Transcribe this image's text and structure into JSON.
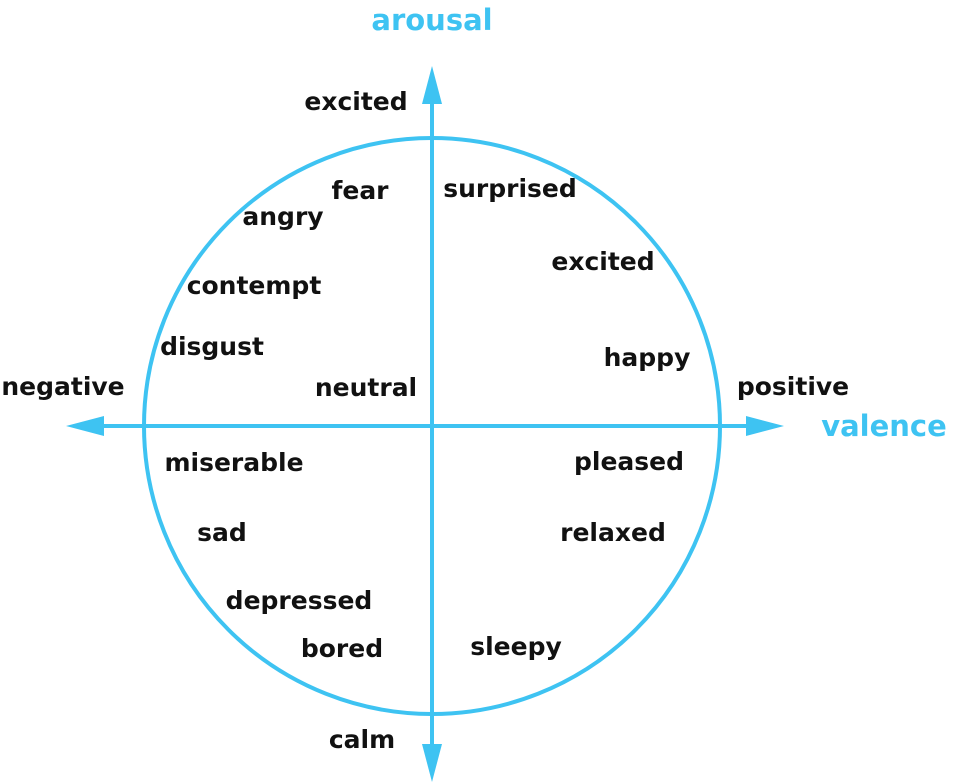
{
  "colors": {
    "accent": "#3EC3F2",
    "text": "#111111"
  },
  "axes": {
    "vertical_title": "arousal",
    "horizontal_title": "valence",
    "top": "excited",
    "bottom": "calm",
    "left": "negative",
    "right": "positive"
  },
  "emotions": [
    "fear",
    "angry",
    "contempt",
    "disgust",
    "neutral",
    "surprised",
    "excited",
    "happy",
    "miserable",
    "sad",
    "depressed",
    "bored",
    "pleased",
    "relaxed",
    "sleepy"
  ]
}
